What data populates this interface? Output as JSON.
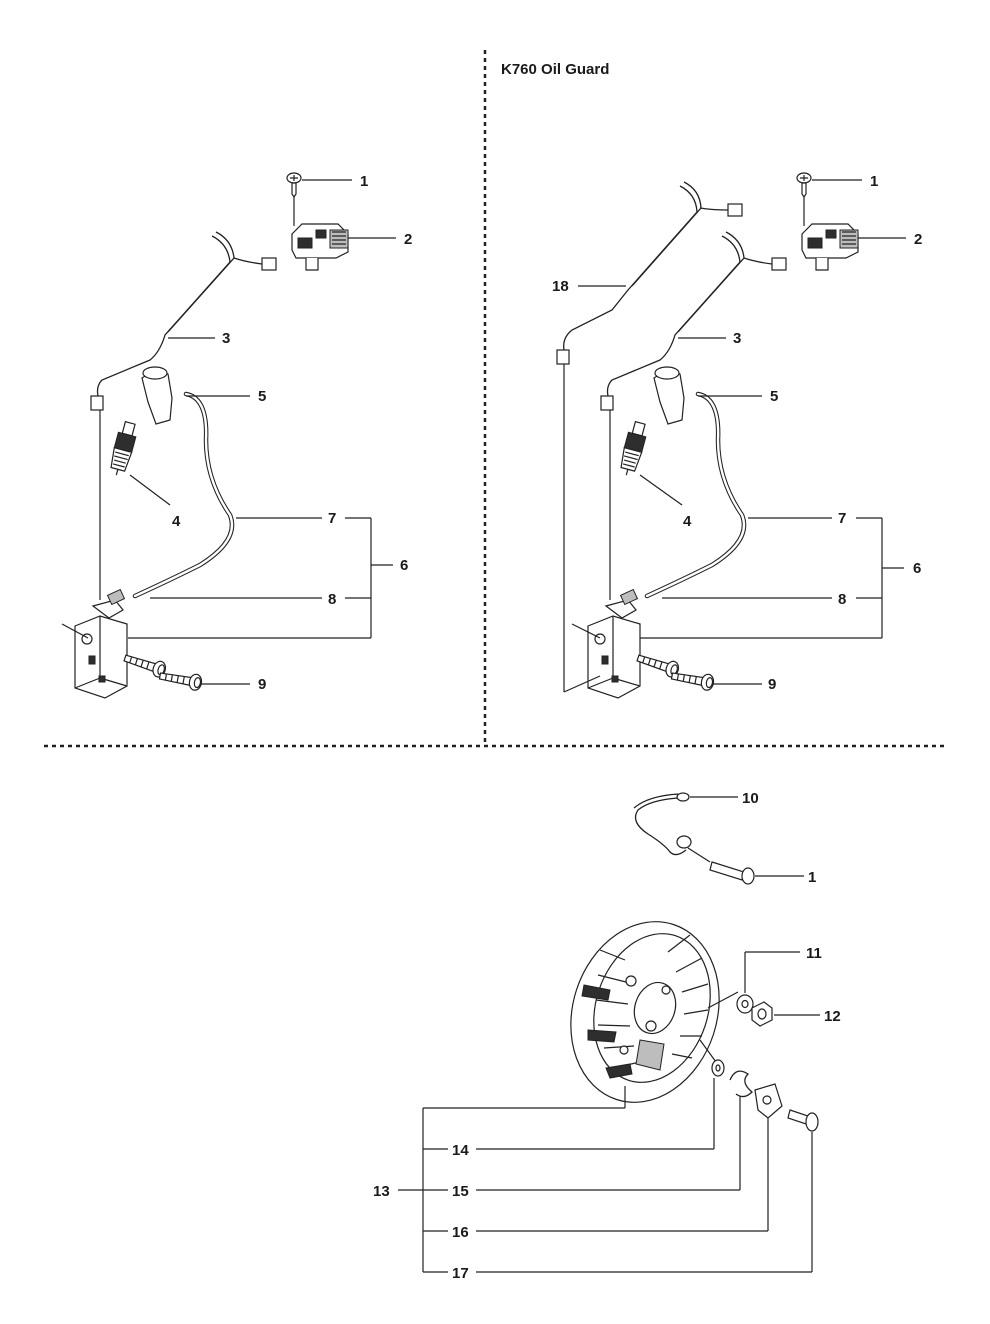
{
  "title": "K760 Oil Guard",
  "labels": {
    "l1": "1",
    "l2": "2",
    "l3": "3",
    "l4": "4",
    "l5": "5",
    "l6": "6",
    "l7": "7",
    "l8": "8",
    "l9": "9",
    "r1": "1",
    "r2": "2",
    "r3": "3",
    "r4": "4",
    "r5": "5",
    "r6": "6",
    "r7": "7",
    "r8": "8",
    "r9": "9",
    "r18": "18",
    "b10": "10",
    "b1": "1",
    "b11": "11",
    "b12": "12",
    "b13": "13",
    "b14": "14",
    "b15": "15",
    "b16": "16",
    "b17": "17"
  }
}
